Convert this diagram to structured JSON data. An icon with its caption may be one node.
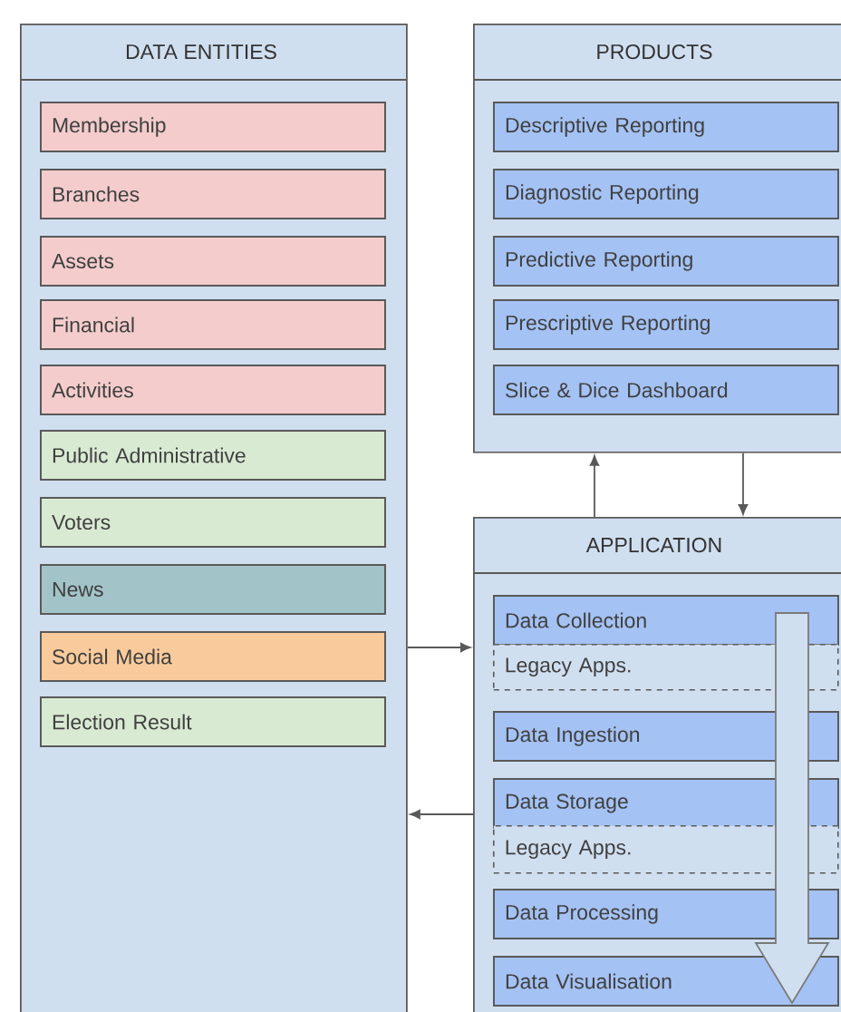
{
  "diagram": {
    "nodes": [
      {
        "text": [
          "DATA ENTITIES"
        ]
      },
      {
        "text": [
          "Membership"
        ],
        "in": 0
      },
      {
        "text": [
          "Branches"
        ],
        "in": 0
      },
      {
        "text": [
          "Assets"
        ],
        "in": 0
      },
      {
        "text": [
          "Financial"
        ],
        "in": 0
      },
      {
        "text": [
          "Activities"
        ],
        "in": 0
      },
      {
        "text": [
          "Public Administrative"
        ],
        "in": 0
      },
      {
        "text": [
          "Voters"
        ],
        "in": 0
      },
      {
        "text": [
          "News"
        ],
        "in": 0
      },
      {
        "text": [
          "Social Media"
        ],
        "in": 0
      },
      {
        "text": [
          "Election Result"
        ],
        "in": 0
      },
      {
        "text": [
          "PRODUCTS"
        ]
      },
      {
        "text": [
          "Descriptive Reporting"
        ],
        "in": 11
      },
      {
        "text": [
          "Diagnostic Reporting"
        ],
        "in": 11
      },
      {
        "text": [
          "Predictive Reporting"
        ],
        "in": 11
      },
      {
        "text": [
          "Prescriptive Reporting"
        ],
        "in": 11
      },
      {
        "text": [
          "Slice & Dice Dashboard"
        ],
        "in": 11
      },
      {
        "text": [
          "APPLICATION"
        ]
      },
      {
        "text": [
          "Data Collection"
        ],
        "in": 17
      },
      {
        "text": [
          "Legacy Apps."
        ],
        "in": 17
      },
      {
        "text": [
          "Data Ingestion"
        ],
        "in": 17
      },
      {
        "text": [
          "Data Storage"
        ],
        "in": 17
      },
      {
        "text": [
          "Legacy Apps."
        ],
        "in": 17
      },
      {
        "text": [
          "Data Processing"
        ],
        "in": 17
      },
      {
        "text": [
          "Data Visualisation"
        ],
        "in": 17
      }
    ],
    "edges": [
      {
        "from": 17,
        "to": 11,
        "arrow": "to"
      },
      {
        "from": 11,
        "to": 17,
        "arrow": "to"
      },
      {
        "from": 0,
        "to": 17,
        "arrow": "to"
      },
      {
        "from": 17,
        "to": 0,
        "arrow": "to"
      },
      {
        "from": 18,
        "to": 24,
        "arrow": "to",
        "style": "thick"
      }
    ]
  }
}
